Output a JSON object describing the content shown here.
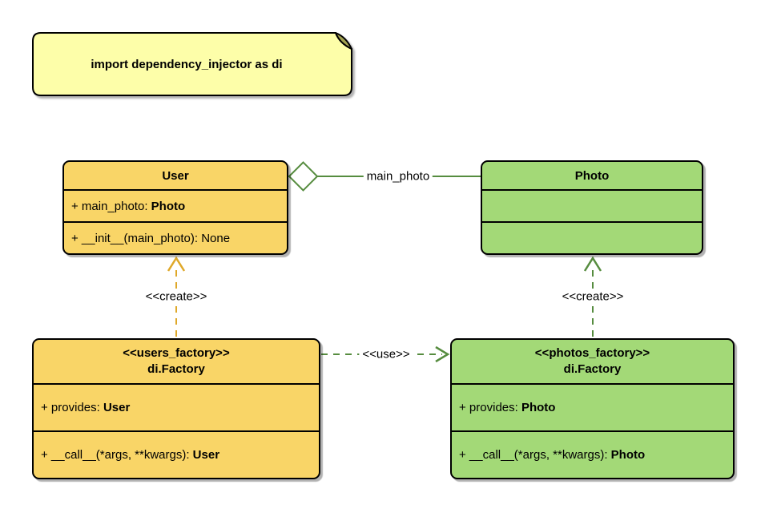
{
  "note": {
    "text": "import dependency_injector as di"
  },
  "classes": {
    "user": {
      "title": "User",
      "members": [
        {
          "prefix": "+ main_photo: ",
          "bold": "Photo"
        },
        {
          "prefix": "+ __init__(main_photo): None",
          "bold": ""
        }
      ]
    },
    "photo": {
      "title": "Photo"
    },
    "users_factory": {
      "stereotype": "<<users_factory>>",
      "title": "di.Factory",
      "members": [
        {
          "prefix": "+ provides: ",
          "bold": "User"
        },
        {
          "prefix": "+ __call__(*args, **kwargs): ",
          "bold": "User"
        }
      ]
    },
    "photos_factory": {
      "stereotype": "<<photos_factory>>",
      "title": "di.Factory",
      "members": [
        {
          "prefix": "+ provides: ",
          "bold": "Photo"
        },
        {
          "prefix": "+ __call__(*args, **kwargs): ",
          "bold": "Photo"
        }
      ]
    }
  },
  "edges": {
    "aggregation_label": "main_photo",
    "create_user_label": "<<create>>",
    "create_photo_label": "<<create>>",
    "use_label": "<<use>>"
  },
  "colors": {
    "yellow_fill": "#F9D567",
    "green_fill": "#A3D977",
    "note_fill": "#FDFEA9",
    "note_fold": "#A3A352",
    "green_line": "#568C3F",
    "gold_line": "#DFA829",
    "border": "#000000"
  }
}
